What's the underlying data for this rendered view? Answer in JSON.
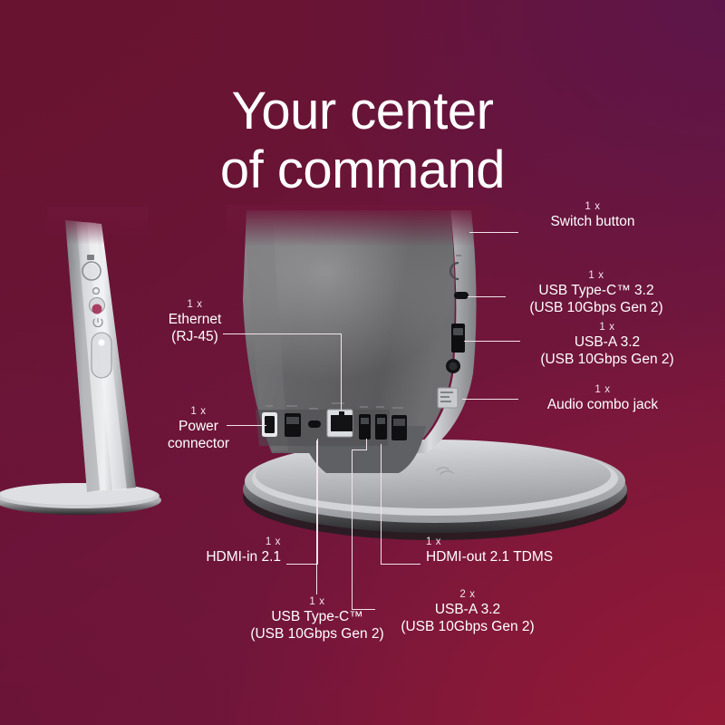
{
  "heading": {
    "line1": "Your center",
    "line2": "of command"
  },
  "theme": {
    "background_top_left": "#6b1432",
    "background_top_right": "#551545",
    "background_bottom_left": "#6c1438",
    "background_bottom_right": "#7d1835",
    "text_color": "#ffffff",
    "leader_line_color": "#f2e3ea",
    "panel_grey": "#5a5a5c",
    "bezel_silver": "#c9cacc"
  },
  "callouts": {
    "switch_button": {
      "qty": "1 x",
      "line1": "Switch button",
      "line2": ""
    },
    "usb_c_right": {
      "qty": "1 x",
      "line1": "USB Type-C™ 3.2",
      "line2": "(USB 10Gbps Gen 2)"
    },
    "usb_a_right": {
      "qty": "1 x",
      "line1": "USB-A 3.2",
      "line2": "(USB 10Gbps Gen 2)"
    },
    "audio_combo_jack": {
      "qty": "1 x",
      "line1": "Audio combo jack",
      "line2": ""
    },
    "ethernet": {
      "qty": "1 x",
      "line1": "Ethernet",
      "line2": "(RJ-45)"
    },
    "power_connector": {
      "qty": "1 x",
      "line1": "Power",
      "line2": "connector"
    },
    "hdmi_in": {
      "qty": "1 x",
      "line1": "HDMI-in 2.1",
      "line2": ""
    },
    "hdmi_out": {
      "qty": "1 x",
      "line1": "HDMI-out 2.1 TDMS",
      "line2": ""
    },
    "usb_c_bottom": {
      "qty": "1 x",
      "line1": "USB Type-C™",
      "line2": "(USB 10Gbps Gen 2)"
    },
    "usb_a_bottom": {
      "qty": "2 x",
      "line1": "USB-A 3.2",
      "line2": "(USB 10Gbps Gen 2)"
    }
  }
}
